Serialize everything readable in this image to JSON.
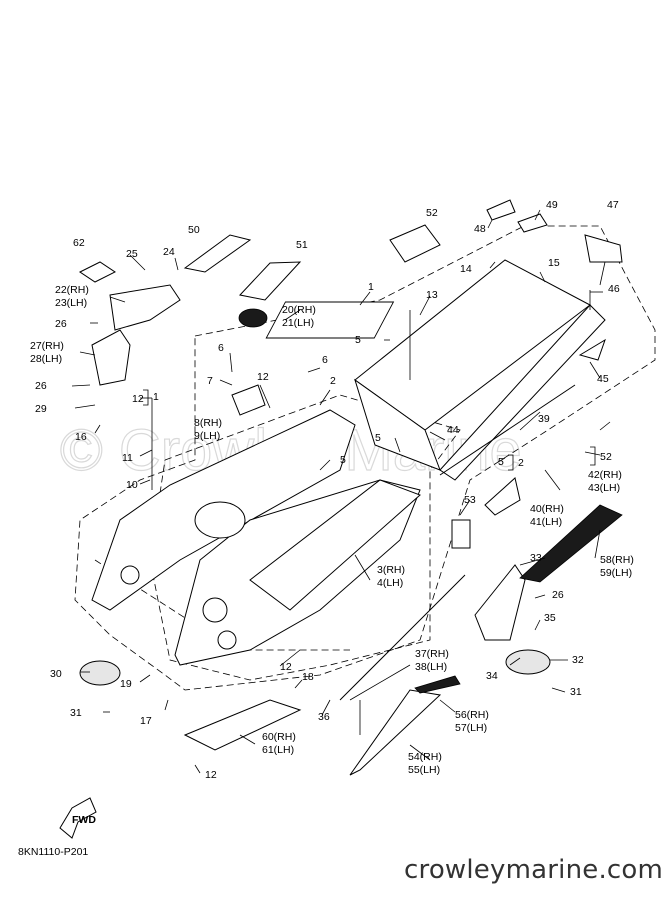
{
  "diagram": {
    "diagram_code": "8KN1110-P201",
    "watermark": "© Crowley Marine",
    "website": "crowleymarine.com",
    "fwd_badge": "FWD",
    "callouts": [
      {
        "id": "c1a",
        "text": "1"
      },
      {
        "id": "c1b",
        "text": "1"
      },
      {
        "id": "c2a",
        "text": "2"
      },
      {
        "id": "c2b",
        "text": "2"
      },
      {
        "id": "c2c",
        "text": "2"
      },
      {
        "id": "c3",
        "text": "3(RH)"
      },
      {
        "id": "c4",
        "text": "4(LH)"
      },
      {
        "id": "c5a",
        "text": "5"
      },
      {
        "id": "c5b",
        "text": "5"
      },
      {
        "id": "c5c",
        "text": "5"
      },
      {
        "id": "c5d",
        "text": "5"
      },
      {
        "id": "c5e",
        "text": "5"
      },
      {
        "id": "c6a",
        "text": "6"
      },
      {
        "id": "c6b",
        "text": "6"
      },
      {
        "id": "c7",
        "text": "7"
      },
      {
        "id": "c8",
        "text": "8(RH)"
      },
      {
        "id": "c9",
        "text": "9(LH)"
      },
      {
        "id": "c10",
        "text": "10"
      },
      {
        "id": "c11",
        "text": "11"
      },
      {
        "id": "c12a",
        "text": "12"
      },
      {
        "id": "c12b",
        "text": "12"
      },
      {
        "id": "c12c",
        "text": "12"
      },
      {
        "id": "c12d",
        "text": "12"
      },
      {
        "id": "c13",
        "text": "13"
      },
      {
        "id": "c14",
        "text": "14"
      },
      {
        "id": "c15",
        "text": "15"
      },
      {
        "id": "c16",
        "text": "16"
      },
      {
        "id": "c17",
        "text": "17"
      },
      {
        "id": "c18",
        "text": "18"
      },
      {
        "id": "c19",
        "text": "19"
      },
      {
        "id": "c20",
        "text": "20(RH)"
      },
      {
        "id": "c21",
        "text": "21(LH)"
      },
      {
        "id": "c22",
        "text": "22(RH)"
      },
      {
        "id": "c23",
        "text": "23(LH)"
      },
      {
        "id": "c24",
        "text": "24"
      },
      {
        "id": "c25",
        "text": "25"
      },
      {
        "id": "c26a",
        "text": "26"
      },
      {
        "id": "c26b",
        "text": "26"
      },
      {
        "id": "c26c",
        "text": "26"
      },
      {
        "id": "c27",
        "text": "27(RH)"
      },
      {
        "id": "c28",
        "text": "28(LH)"
      },
      {
        "id": "c29",
        "text": "29"
      },
      {
        "id": "c30",
        "text": "30"
      },
      {
        "id": "c31a",
        "text": "31"
      },
      {
        "id": "c31b",
        "text": "31"
      },
      {
        "id": "c32",
        "text": "32"
      },
      {
        "id": "c33",
        "text": "33"
      },
      {
        "id": "c34",
        "text": "34"
      },
      {
        "id": "c35",
        "text": "35"
      },
      {
        "id": "c36",
        "text": "36"
      },
      {
        "id": "c37",
        "text": "37(RH)"
      },
      {
        "id": "c38",
        "text": "38(LH)"
      },
      {
        "id": "c39",
        "text": "39"
      },
      {
        "id": "c40",
        "text": "40(RH)"
      },
      {
        "id": "c41",
        "text": "41(LH)"
      },
      {
        "id": "c42",
        "text": "42(RH)"
      },
      {
        "id": "c43",
        "text": "43(LH)"
      },
      {
        "id": "c44",
        "text": "44"
      },
      {
        "id": "c45",
        "text": "45"
      },
      {
        "id": "c46",
        "text": "46"
      },
      {
        "id": "c47",
        "text": "47"
      },
      {
        "id": "c48",
        "text": "48"
      },
      {
        "id": "c49",
        "text": "49"
      },
      {
        "id": "c50",
        "text": "50"
      },
      {
        "id": "c51",
        "text": "51"
      },
      {
        "id": "c52",
        "text": "52"
      },
      {
        "id": "c53",
        "text": "53"
      },
      {
        "id": "c54",
        "text": "54(RH)"
      },
      {
        "id": "c55",
        "text": "55(LH)"
      },
      {
        "id": "c56",
        "text": "56(RH)"
      },
      {
        "id": "c57",
        "text": "57(LH)"
      },
      {
        "id": "c58",
        "text": "58(RH)"
      },
      {
        "id": "c59",
        "text": "59(LH)"
      },
      {
        "id": "c60",
        "text": "60(RH)"
      },
      {
        "id": "c61",
        "text": "61(LH)"
      },
      {
        "id": "c62",
        "text": "62"
      }
    ]
  }
}
